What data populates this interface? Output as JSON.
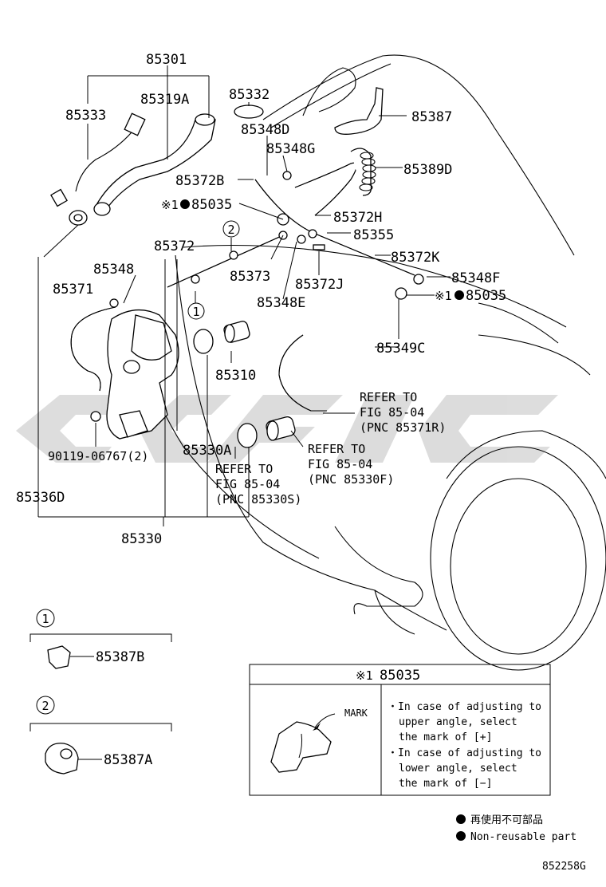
{
  "labels": {
    "l85301": "85301",
    "l85333": "85333",
    "l85319A": "85319A",
    "l85332": "85332",
    "l85348D": "85348D",
    "l85348G": "85348G",
    "l85387": "85387",
    "l85389D": "85389D",
    "l85372B": "85372B",
    "l85035a_mark": "※1",
    "l85035a": "85035",
    "l85372H": "85372H",
    "l85355": "85355",
    "l85372": "85372",
    "l85372K": "85372K",
    "l85348": "85348",
    "l85373": "85373",
    "l85348F": "85348F",
    "l85372J": "85372J",
    "l85371": "85371",
    "l85035b_mark": "※1",
    "l85035b": "85035",
    "l85348E": "85348E",
    "l85349C": "85349C",
    "l85310": "85310",
    "refer1_a": "REFER TO",
    "refer1_b": "FIG 85-04",
    "refer1_c": "(PNC 85371R)",
    "refer2_a": "REFER TO",
    "refer2_b": "FIG 85-04",
    "refer2_c": "(PNC 85330F)",
    "refer3_a": "REFER TO",
    "refer3_b": "FIG 85-04",
    "refer3_c": "(PNC 85330S)",
    "l85330A": "85330A",
    "l90119": "90119-06767(2)",
    "l85336D": "85336D",
    "l85330": "85330",
    "circle1": "1",
    "circle2": "2",
    "inset1_num": "1",
    "inset1_part": "85387B",
    "inset2_num": "2",
    "inset2_part": "85387A"
  },
  "note_box": {
    "title_mark": "※1",
    "title": "85035",
    "mark_label": "MARK",
    "line1": "・In case of adjusting to",
    "line2": "upper angle, select",
    "line3": "the mark of [+]",
    "line4": "・In case of adjusting to",
    "line5": "lower angle, select",
    "line6": "the mark of [−]"
  },
  "legend": {
    "jp": "再使用不可部品",
    "en": "Non-reusable part"
  },
  "figure_code": "852258G",
  "watermark_color": "#c8c8c8"
}
